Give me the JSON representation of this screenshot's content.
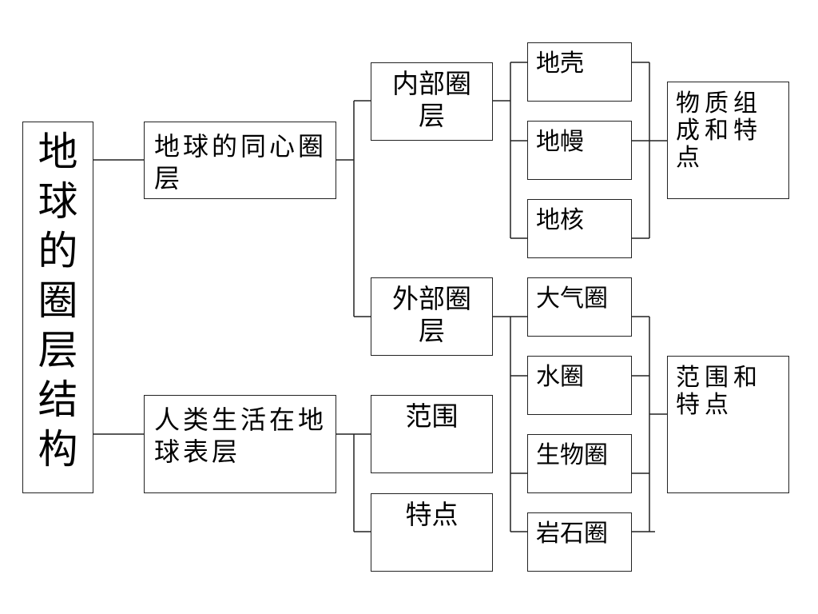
{
  "root": "地球的圈层结构",
  "branches": {
    "concentric": "地球的同心圈层",
    "surface": "人类生活在地球表层"
  },
  "concentric_children": {
    "inner": "内部圈层",
    "outer": "外部圈层"
  },
  "surface_children": {
    "range": "范围",
    "features": "特点"
  },
  "inner_layers": [
    "地壳",
    "地幔",
    "地核"
  ],
  "outer_layers": [
    "大气圈",
    "水圈",
    "生物圈",
    "岩石圈"
  ],
  "notes": {
    "inner": "物质组成和特点",
    "outer": "范围和特点"
  }
}
